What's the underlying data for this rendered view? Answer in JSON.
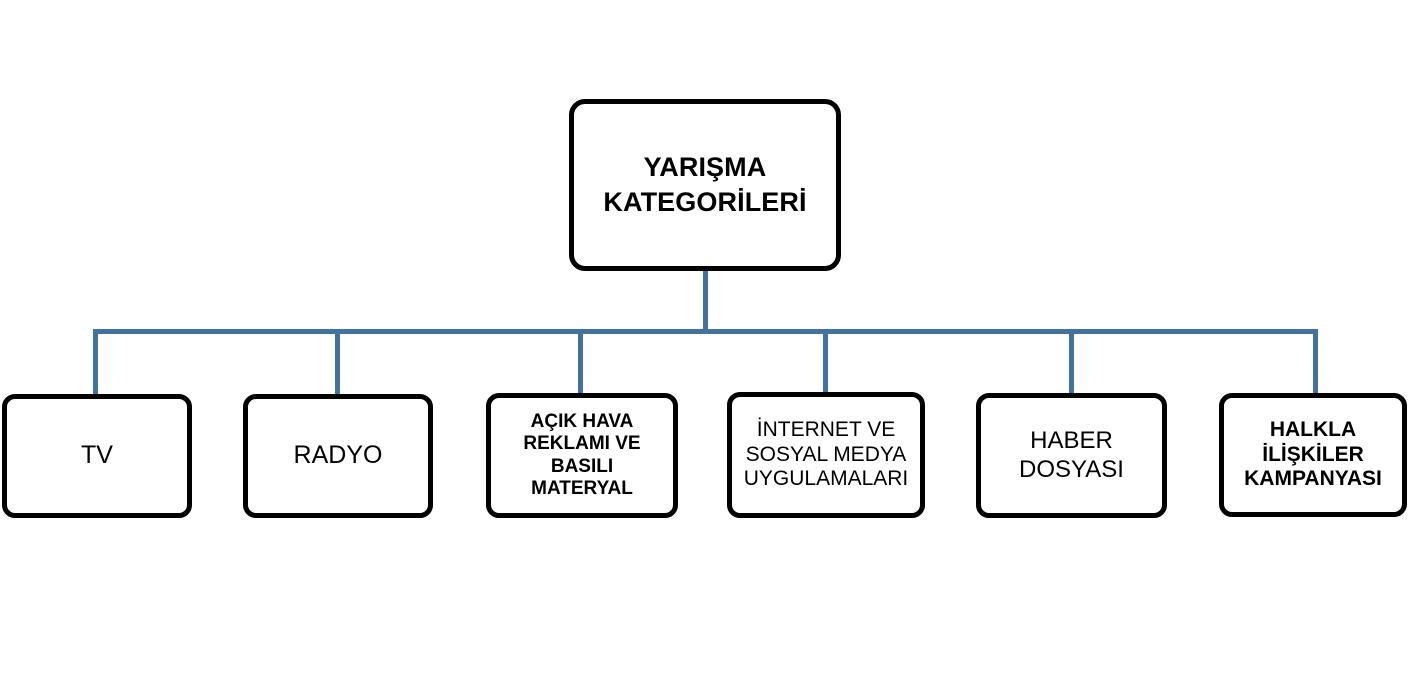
{
  "diagram": {
    "type": "hierarchy-tree",
    "title": "YARIŞMA KATEGORİLERİ",
    "orientation": "top-down",
    "connector_color": "#4472A0",
    "node_border_color": "#000000",
    "node_fill_color": "#FFFFFF",
    "background_color": "#FFFFFF"
  },
  "root": {
    "label": "YARIŞMA\nKATEGORİLERİ"
  },
  "children": [
    {
      "label": "TV"
    },
    {
      "label": "RADYO"
    },
    {
      "label": "AÇIK HAVA\nREKLAMI VE\nBASILI\nMATERYAL"
    },
    {
      "label": "İNTERNET VE\nSOSYAL MEDYA\nUYGULAMALARI"
    },
    {
      "label": "HABER\nDOSYASI"
    },
    {
      "label": "HALKLA\nİLİŞKİLER\nKAMPANYASI"
    }
  ]
}
